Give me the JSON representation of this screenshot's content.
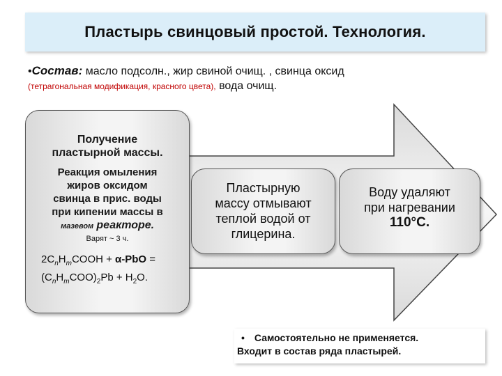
{
  "title": "Пластырь свинцовый простой. Технология.",
  "composition": {
    "bullet": "•",
    "label": "Состав:",
    "line1_rest": "масло подсолн., жир свиной очищ. , свинца оксид",
    "note": "(тетрагональная модификация, красного цвета),",
    "line2_rest": "вода  очищ."
  },
  "main_box": {
    "title_lines": [
      "Получение",
      "пластырной массы."
    ],
    "body_lines": [
      "Реакция омыления",
      "жиров оксидом",
      "свинца в прис. воды",
      "при кипении массы в"
    ],
    "reactor_pre": "мазевом",
    "reactor_word": "реакторе",
    "reactor_dot": ".",
    "boil_time": "Варят ~ 3 ч.",
    "eq": {
      "p1": "2C",
      "n1": "n",
      "p2": "H",
      "m1": "m",
      "p3": "COOH + ",
      "pbo": "α-PbO",
      "p4": " =",
      "p5": "(C",
      "n2": "n",
      "p6": "H",
      "m2": "m",
      "p7": "COO)",
      "two": "2",
      "p8": "Pb + H",
      "two2": "2",
      "p9": "O."
    }
  },
  "mid_box": {
    "lines": [
      "Пластырную",
      "массу отмывают",
      "теплой водой от",
      "глицерина."
    ]
  },
  "right_box": {
    "lines": [
      "Воду удаляют",
      "при нагревании"
    ],
    "temp": "110°С."
  },
  "footnote": {
    "bullet": "•",
    "line1": "Самостоятельно не применяется.",
    "line2": "Входит в состав ряда пластырей."
  }
}
